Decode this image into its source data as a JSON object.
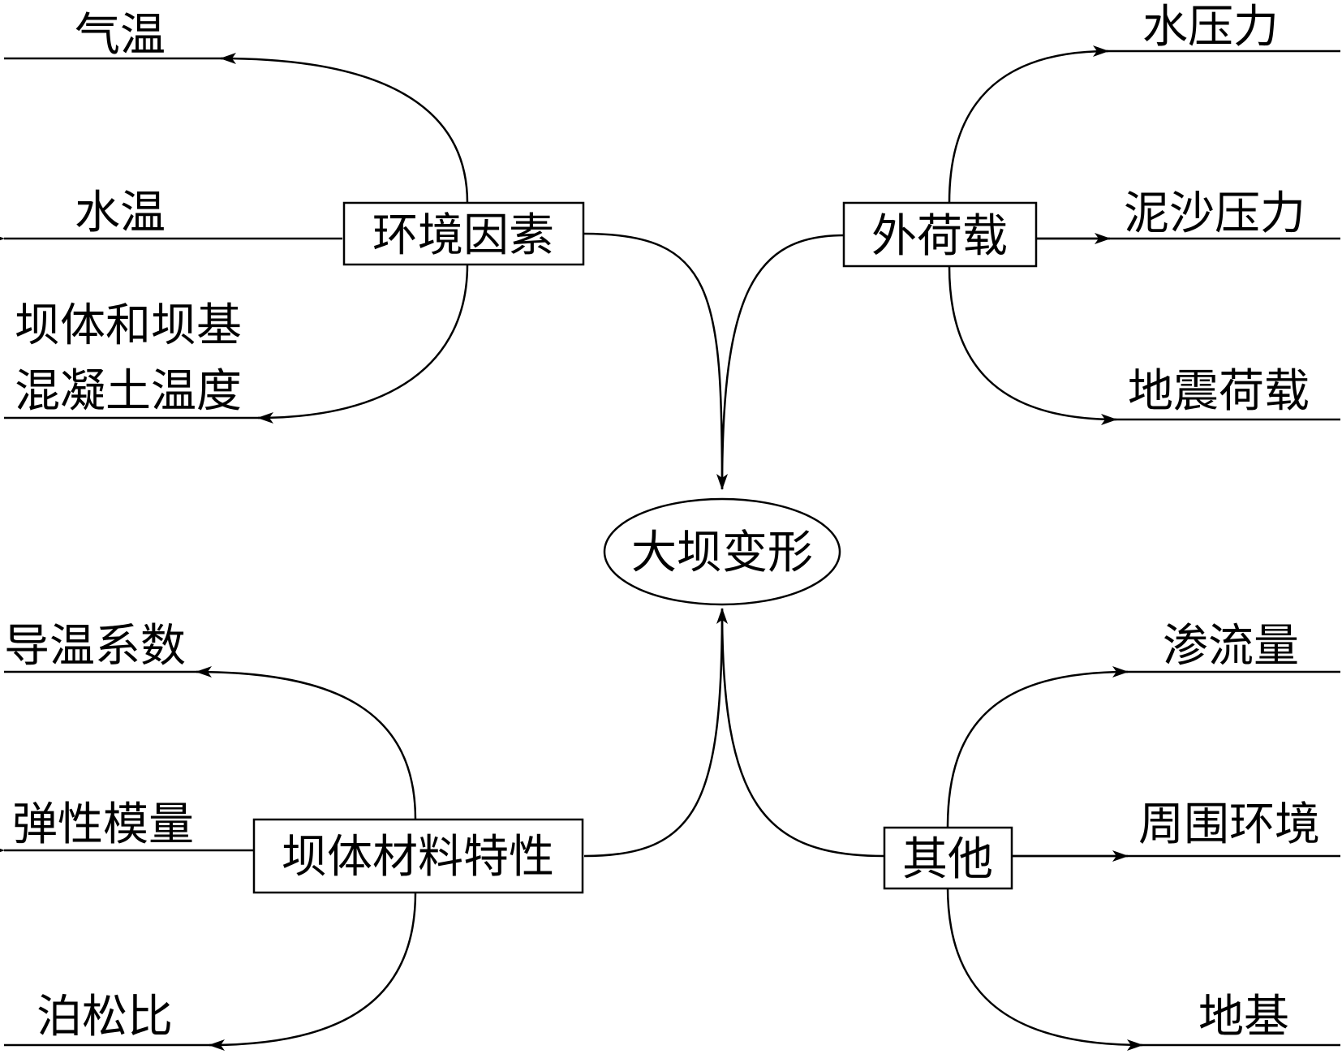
{
  "center": {
    "label": "大坝变形"
  },
  "groups": {
    "environment": {
      "label": "环境因素",
      "items": [
        "气温",
        "水温",
        "坝体和坝基",
        "混凝土温度"
      ]
    },
    "external_load": {
      "label": "外荷载",
      "items": [
        "水压力",
        "泥沙压力",
        "地震荷载"
      ]
    },
    "material": {
      "label": "坝体材料特性",
      "items": [
        "导温系数",
        "弹性模量",
        "泊松比"
      ]
    },
    "other": {
      "label": "其他",
      "items": [
        "渗流量",
        "周围环境",
        "地基"
      ]
    }
  }
}
